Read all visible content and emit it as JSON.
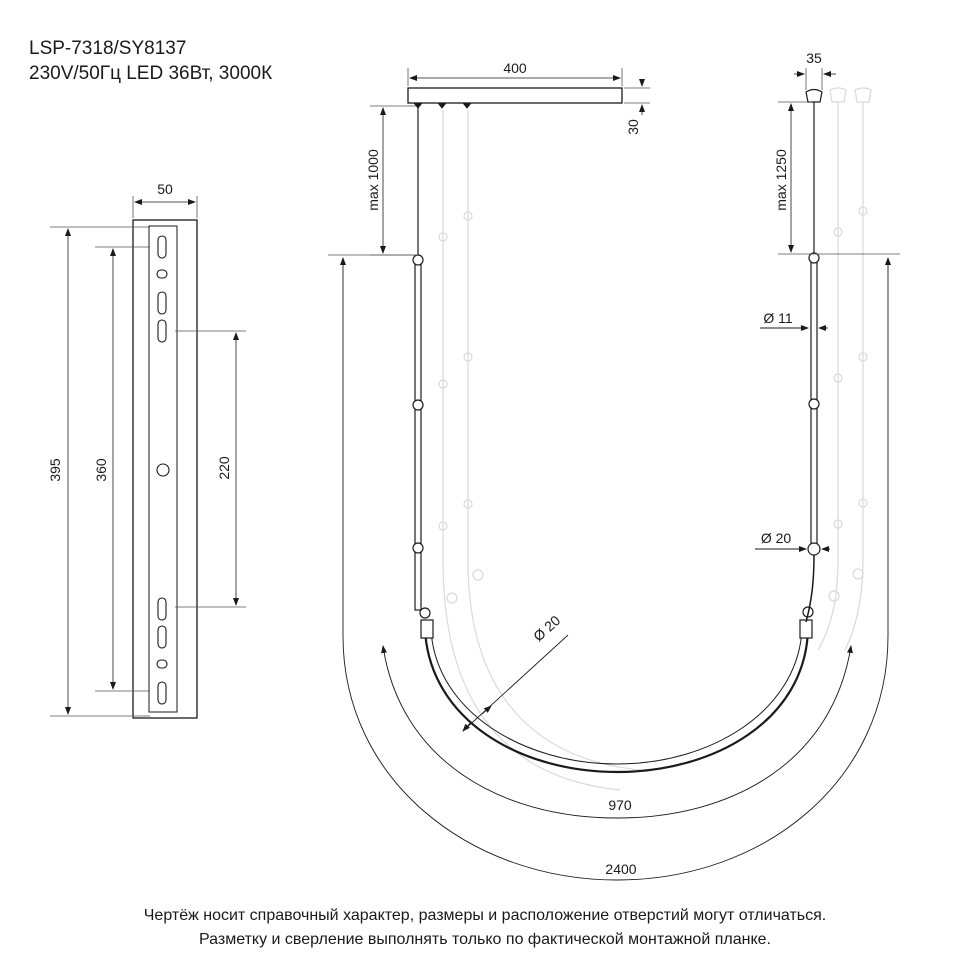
{
  "header": {
    "model": "LSP-7318/SY8137",
    "specs": "230V/50Гц  LED 36Вт, 3000К"
  },
  "plate_view": {
    "width": "50",
    "height_total": "395",
    "hole_span": "360",
    "middle_span": "220"
  },
  "front_view": {
    "canopy_width": "400",
    "canopy_height": "30",
    "suspension": "max 1000",
    "tube_diameter": "Ø 20",
    "width_inner": "970",
    "width_outer": "2400"
  },
  "side_view": {
    "top_width": "35",
    "suspension": "max 1250",
    "wire_diameter": "Ø 11",
    "tube_diameter": "Ø 20"
  },
  "footer": {
    "line1": "Чертёж носит справочный характер, размеры и расположение отверстий могут отличаться.",
    "line2": "Разметку и сверление выполнять только по фактической монтажной планке."
  },
  "colors": {
    "line": "#1a1a1a",
    "dim": "#555555",
    "ghost": "#d9d9d9"
  }
}
